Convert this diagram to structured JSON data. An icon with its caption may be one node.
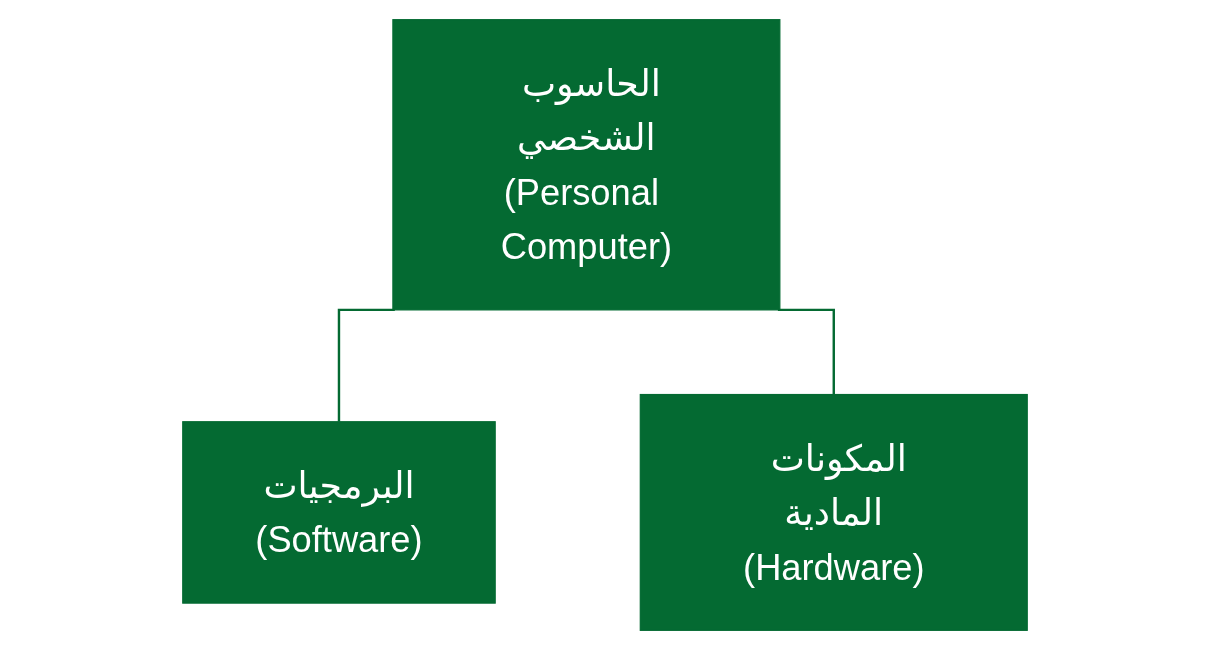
{
  "diagram": {
    "nodes": [
      {
        "text": [
          "الحاسوب الشخصي",
          "(Personal Computer)"
        ]
      },
      {
        "text": [
          "البرمجيات",
          "(Software)"
        ]
      },
      {
        "text": [
          "المكونات المادية",
          "(Hardware)"
        ]
      }
    ],
    "edges": [
      {
        "from": 0,
        "to": 1,
        "arrow": "none"
      },
      {
        "from": 0,
        "to": 2,
        "arrow": "none"
      }
    ]
  }
}
